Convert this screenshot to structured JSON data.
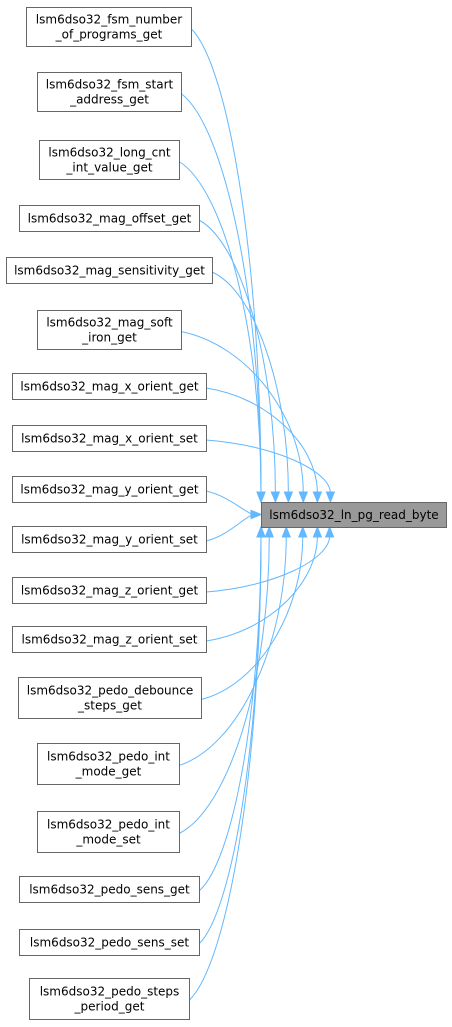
{
  "target": {
    "id": "target",
    "lines": [
      "lsm6dso32_ln_pg_read_byte"
    ]
  },
  "callers": [
    {
      "id": "fsm_number_of_programs_get",
      "lines": [
        "lsm6dso32_fsm_number",
        "_of_programs_get"
      ]
    },
    {
      "id": "fsm_start_address_get",
      "lines": [
        "lsm6dso32_fsm_start",
        "_address_get"
      ]
    },
    {
      "id": "long_cnt_int_value_get",
      "lines": [
        "lsm6dso32_long_cnt",
        "_int_value_get"
      ]
    },
    {
      "id": "mag_offset_get",
      "lines": [
        "lsm6dso32_mag_offset_get"
      ]
    },
    {
      "id": "mag_sensitivity_get",
      "lines": [
        "lsm6dso32_mag_sensitivity_get"
      ]
    },
    {
      "id": "mag_soft_iron_get",
      "lines": [
        "lsm6dso32_mag_soft",
        "_iron_get"
      ]
    },
    {
      "id": "mag_x_orient_get",
      "lines": [
        "lsm6dso32_mag_x_orient_get"
      ]
    },
    {
      "id": "mag_x_orient_set",
      "lines": [
        "lsm6dso32_mag_x_orient_set"
      ]
    },
    {
      "id": "mag_y_orient_get",
      "lines": [
        "lsm6dso32_mag_y_orient_get"
      ]
    },
    {
      "id": "mag_y_orient_set",
      "lines": [
        "lsm6dso32_mag_y_orient_set"
      ]
    },
    {
      "id": "mag_z_orient_get",
      "lines": [
        "lsm6dso32_mag_z_orient_get"
      ]
    },
    {
      "id": "mag_z_orient_set",
      "lines": [
        "lsm6dso32_mag_z_orient_set"
      ]
    },
    {
      "id": "pedo_debounce_steps_get",
      "lines": [
        "lsm6dso32_pedo_debounce",
        "_steps_get"
      ]
    },
    {
      "id": "pedo_int_mode_get",
      "lines": [
        "lsm6dso32_pedo_int",
        "_mode_get"
      ]
    },
    {
      "id": "pedo_int_mode_set",
      "lines": [
        "lsm6dso32_pedo_int",
        "_mode_set"
      ]
    },
    {
      "id": "pedo_sens_get",
      "lines": [
        "lsm6dso32_pedo_sens_get"
      ]
    },
    {
      "id": "pedo_sens_set",
      "lines": [
        "lsm6dso32_pedo_sens_set"
      ]
    },
    {
      "id": "pedo_steps_period_get",
      "lines": [
        "lsm6dso32_pedo_steps",
        "_period_get"
      ]
    }
  ],
  "colors": {
    "edge": "#63b8ff",
    "node_border": "#666666",
    "target_fill": "#999999",
    "node_fill": "#ffffff"
  }
}
